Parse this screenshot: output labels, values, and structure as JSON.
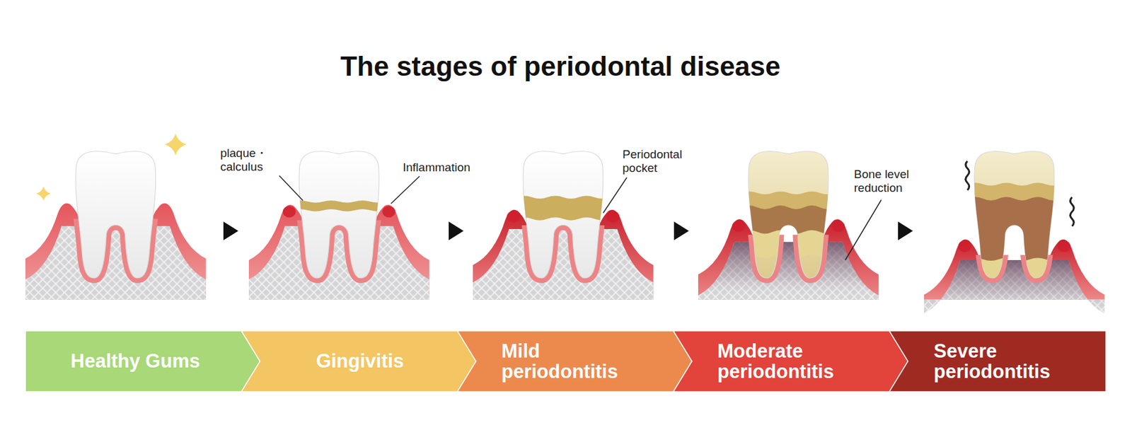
{
  "diagram": {
    "title": "The stages of periodontal disease",
    "nodes": [
      {
        "text": [
          "Healthy Gums"
        ]
      },
      {
        "text": [
          "Gingivitis"
        ]
      },
      {
        "text": [
          "Mild periodontitis"
        ]
      },
      {
        "text": [
          "Moderate periodontitis"
        ]
      },
      {
        "text": [
          "Severe periodontitis"
        ]
      }
    ],
    "labels": [
      "plaque・calculus",
      "Inflammation",
      "Periodontal pocket",
      "Bone level reduction"
    ]
  }
}
